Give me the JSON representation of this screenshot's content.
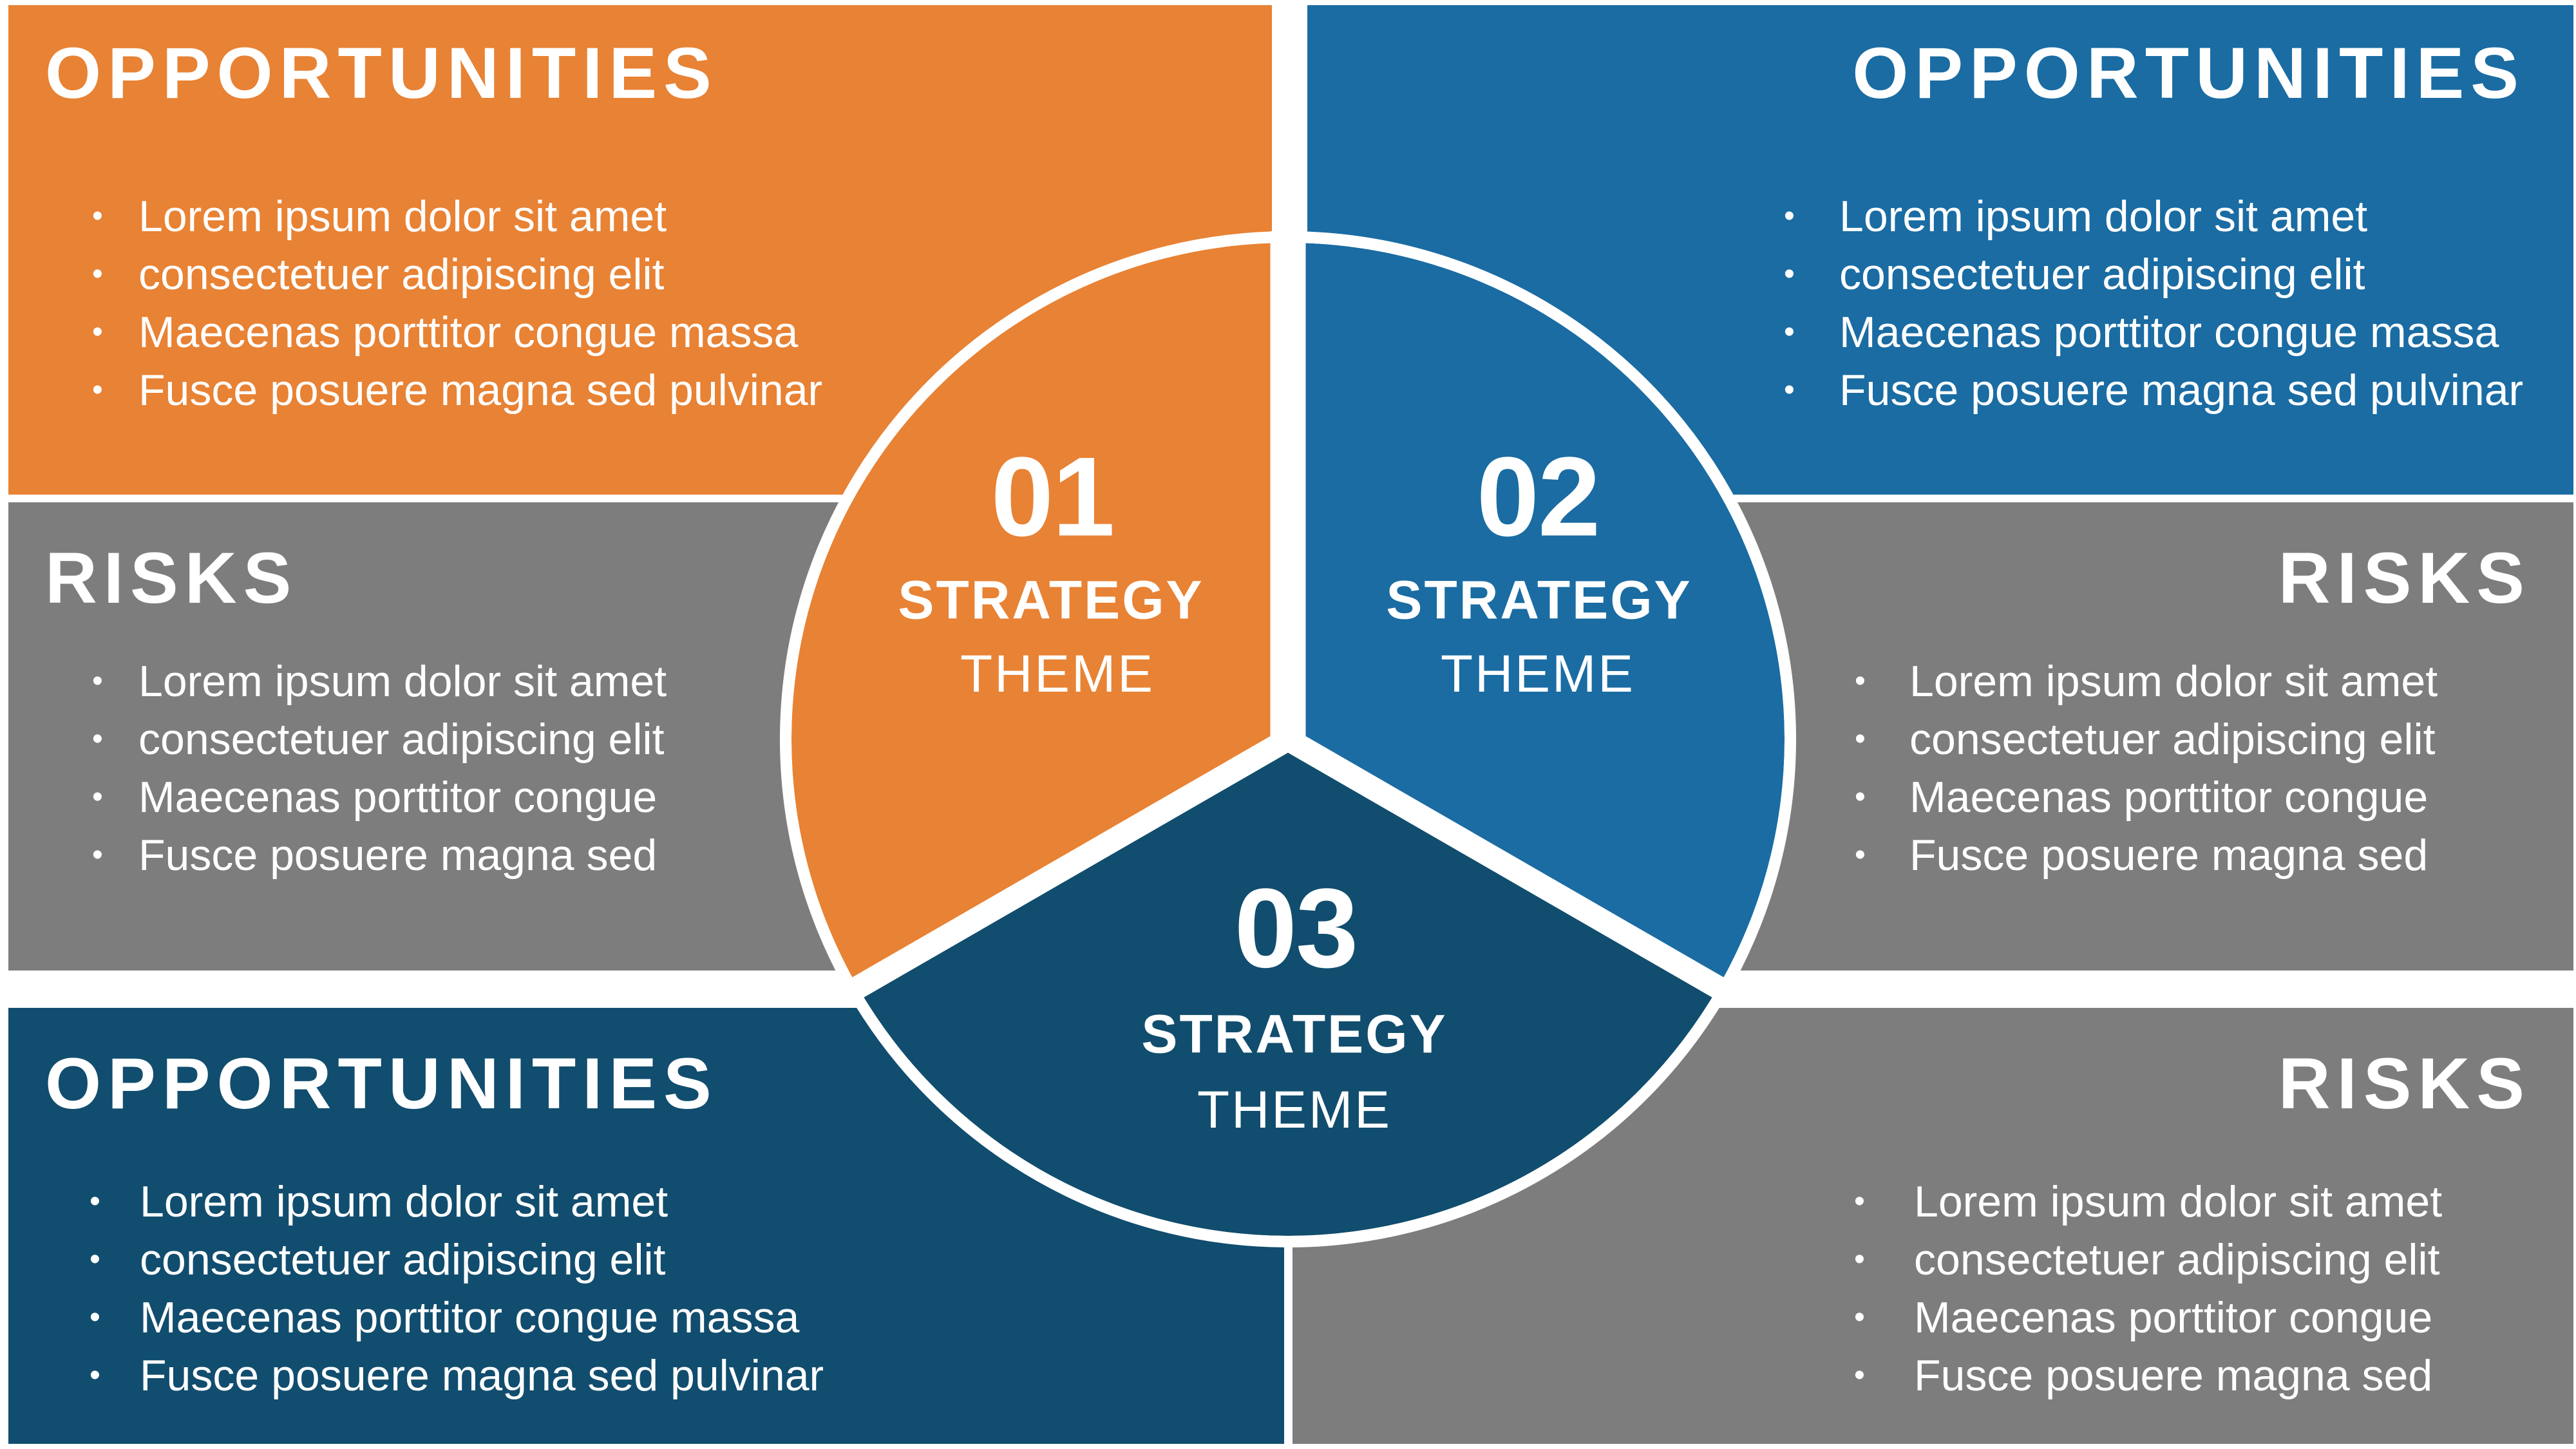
{
  "colors": {
    "orange": "#E88234",
    "blue": "#1A6CA3",
    "navy": "#114D6E",
    "gray": "#7D7D7D",
    "white": "#FFFFFF"
  },
  "panels": {
    "top_left": {
      "heading": "OPPORTUNITIES",
      "bullets": [
        "Lorem ipsum dolor sit amet",
        "consectetuer adipiscing elit",
        "Maecenas porttitor congue massa",
        "Fusce posuere magna sed pulvinar"
      ]
    },
    "top_right": {
      "heading": "OPPORTUNITIES",
      "bullets": [
        "Lorem ipsum dolor sit amet",
        "consectetuer adipiscing elit",
        "Maecenas porttitor congue massa",
        "Fusce posuere magna sed pulvinar"
      ]
    },
    "mid_left": {
      "heading": "RISKS",
      "bullets": [
        "Lorem ipsum dolor sit amet",
        "consectetuer adipiscing elit",
        "Maecenas porttitor congue",
        "Fusce posuere magna sed"
      ]
    },
    "mid_right": {
      "heading": "RISKS",
      "bullets": [
        "Lorem ipsum dolor sit amet",
        "consectetuer adipiscing elit",
        "Maecenas porttitor congue",
        "Fusce posuere magna sed"
      ]
    },
    "bottom_left": {
      "heading": "OPPORTUNITIES",
      "bullets": [
        "Lorem ipsum dolor sit amet",
        "consectetuer adipiscing elit",
        "Maecenas porttitor congue massa",
        "Fusce posuere magna sed pulvinar"
      ]
    },
    "bottom_right": {
      "heading": "RISKS",
      "bullets": [
        "Lorem ipsum dolor sit amet",
        "consectetuer adipiscing elit",
        "Maecenas porttitor congue",
        "Fusce posuere magna sed"
      ]
    }
  },
  "circle": {
    "segments": [
      {
        "number": "01",
        "title": "STRATEGY",
        "subtitle": "THEME"
      },
      {
        "number": "02",
        "title": "STRATEGY",
        "subtitle": "THEME"
      },
      {
        "number": "03",
        "title": "STRATEGY",
        "subtitle": "THEME"
      }
    ]
  }
}
